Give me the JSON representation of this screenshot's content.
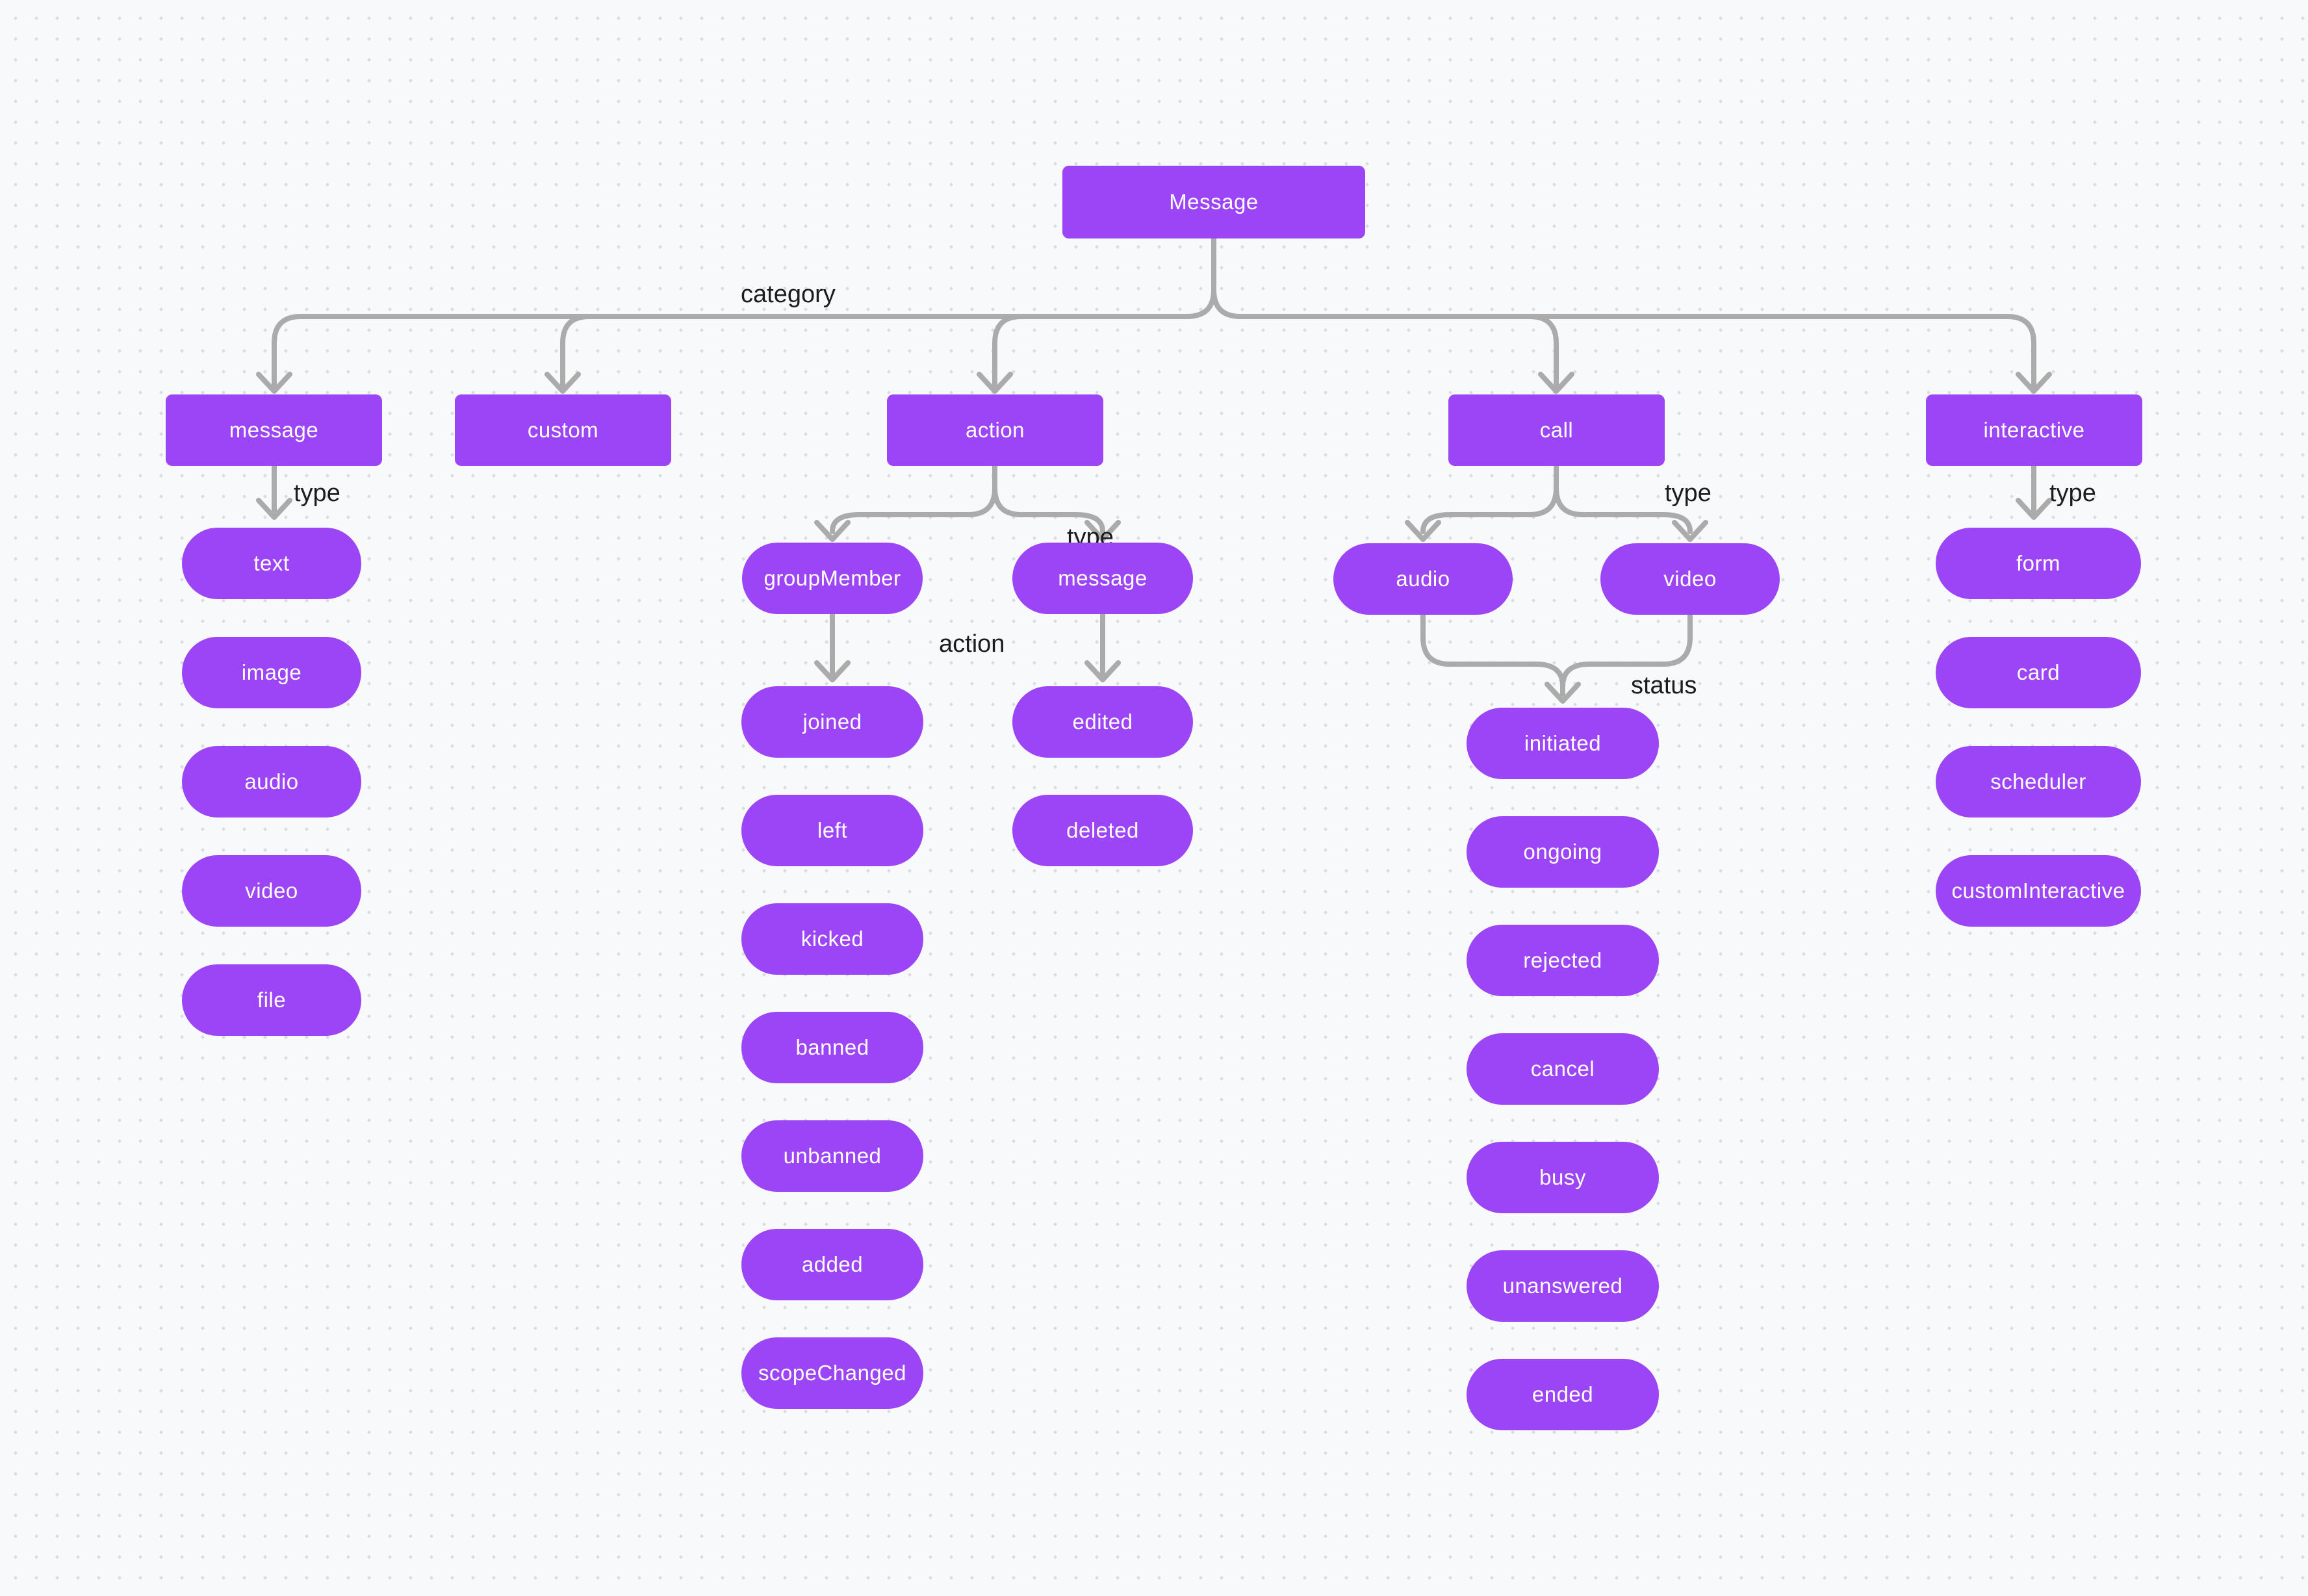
{
  "nodes": {
    "root": "Message",
    "category_message": "message",
    "category_custom": "custom",
    "category_action": "action",
    "category_call": "call",
    "category_interactive": "interactive",
    "type_text": "text",
    "type_image": "image",
    "type_audio": "audio",
    "type_video": "video",
    "type_file": "file",
    "action_groupMember": "groupMember",
    "action_message": "message",
    "gm_joined": "joined",
    "gm_left": "left",
    "gm_kicked": "kicked",
    "gm_banned": "banned",
    "gm_unbanned": "unbanned",
    "gm_added": "added",
    "gm_scopeChanged": "scopeChanged",
    "am_edited": "edited",
    "am_deleted": "deleted",
    "call_audio": "audio",
    "call_video": "video",
    "st_initiated": "initiated",
    "st_ongoing": "ongoing",
    "st_rejected": "rejected",
    "st_cancel": "cancel",
    "st_busy": "busy",
    "st_unanswered": "unanswered",
    "st_ended": "ended",
    "it_form": "form",
    "it_card": "card",
    "it_scheduler": "scheduler",
    "it_customInteractive": "customInteractive"
  },
  "edge_labels": {
    "category": "category",
    "type_message": "type",
    "type_action": "type",
    "type_call": "type",
    "type_interactive": "type",
    "action": "action",
    "status": "status"
  },
  "colors": {
    "node_fill": "#9B45F6",
    "node_text": "#FFFFFF",
    "edge": "#ABABAB",
    "label_text": "#1C1C1C",
    "background": "#F8F9FA",
    "grid_dot": "#D9DCE0"
  }
}
